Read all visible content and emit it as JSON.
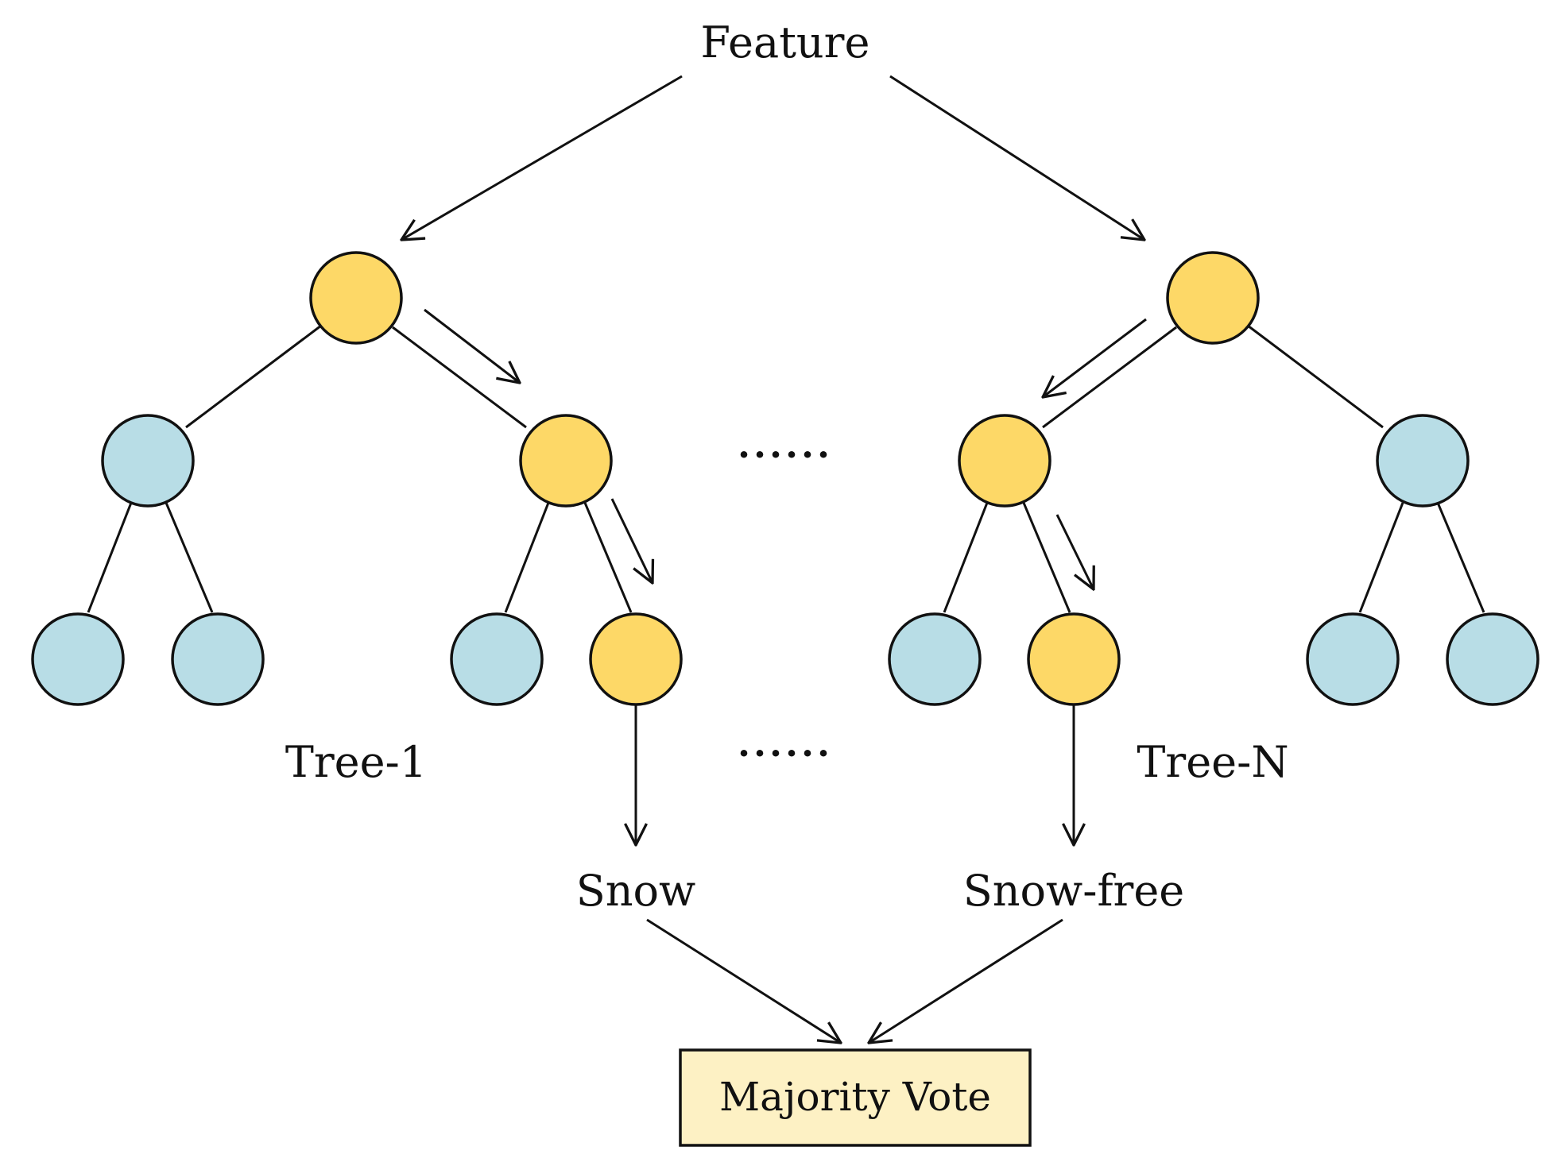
{
  "labels": {
    "feature": "Feature",
    "tree_1": "Tree-1",
    "tree_n": "Tree-N",
    "ellipsis_top": "······",
    "ellipsis_bottom": "······",
    "output_left": "Snow",
    "output_right": "Snow-free",
    "majority_vote": "Majority Vote"
  },
  "colors": {
    "active_node": "#FDD867",
    "inactive_node": "#B8DDE6",
    "vote_box": "#FDF1C4",
    "line": "#111111"
  }
}
